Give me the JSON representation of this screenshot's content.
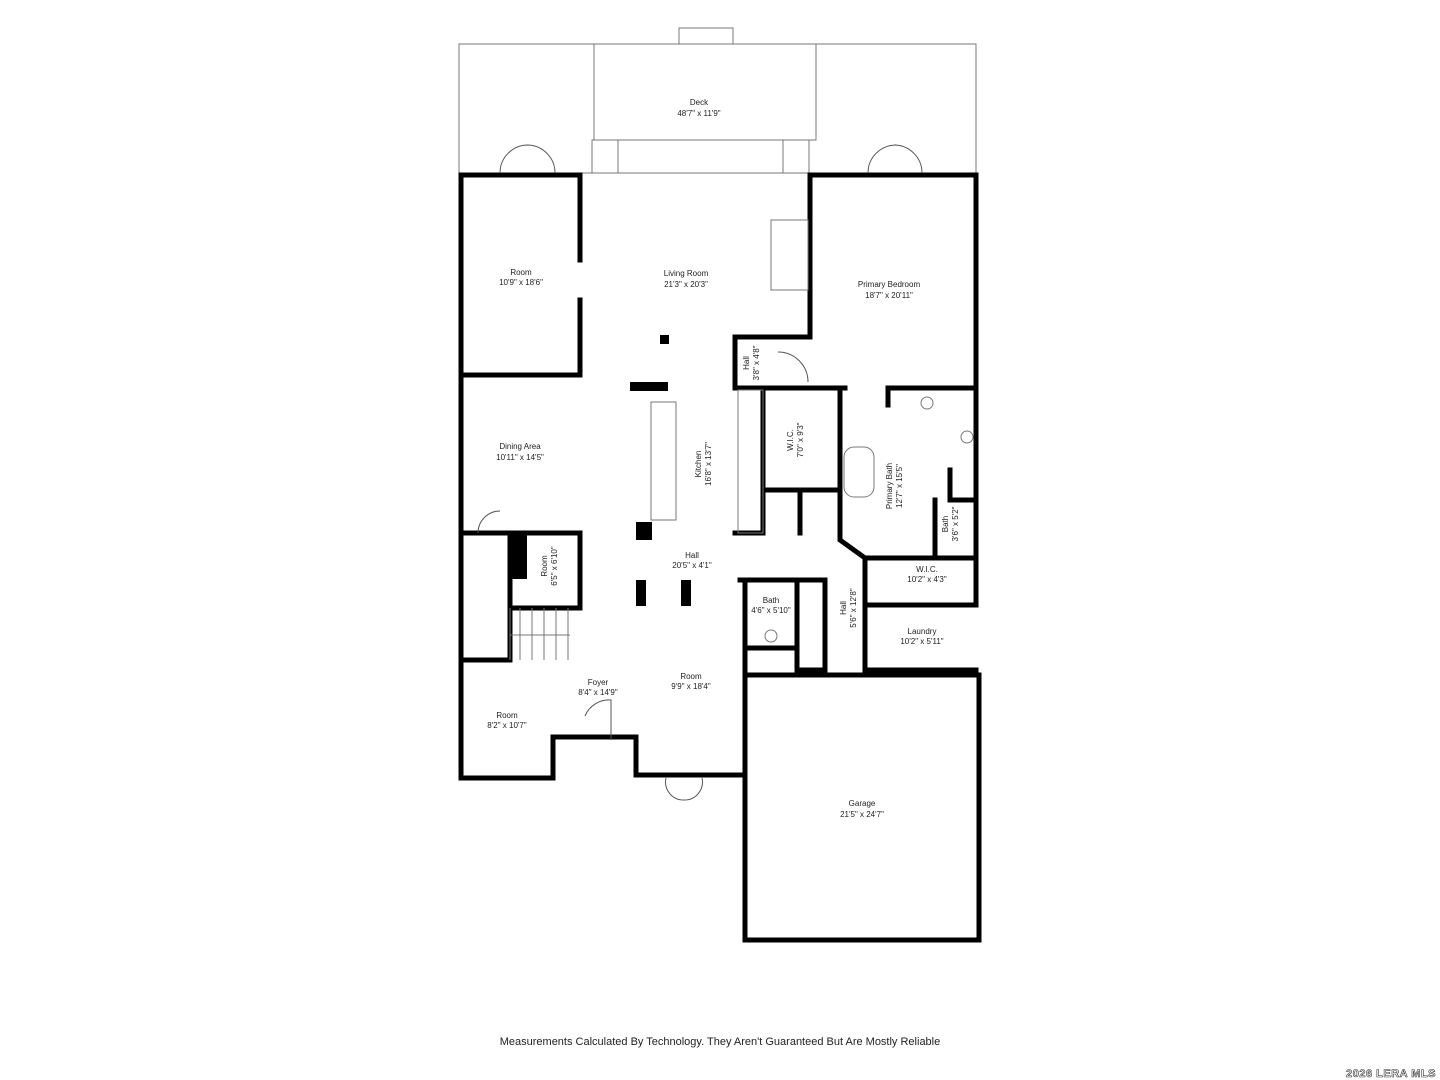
{
  "rooms": [
    {
      "name": "Deck",
      "dims": "48'7\" x 11'9\""
    },
    {
      "name": "Room",
      "dims": "10'9\" x 18'6\""
    },
    {
      "name": "Living Room",
      "dims": "21'3\" x 20'3\""
    },
    {
      "name": "Primary Bedroom",
      "dims": "18'7\" x 20'11\""
    },
    {
      "name": "Hall",
      "dims": "3'8\" x 4'8\""
    },
    {
      "name": "Dining Area",
      "dims": "10'11\" x 14'5\""
    },
    {
      "name": "Kitchen",
      "dims": "16'8\" x 13'7\""
    },
    {
      "name": "W.I.C.",
      "dims": "7'0\" x 9'3\""
    },
    {
      "name": "Primary Bath",
      "dims": "12'7\" x 15'5\""
    },
    {
      "name": "Bath",
      "dims": "3'6\" x 5'2\""
    },
    {
      "name": "Room",
      "dims": "6'5\" x 6'10\""
    },
    {
      "name": "Hall",
      "dims": "20'5\" x 4'1\""
    },
    {
      "name": "W.I.C.",
      "dims": "10'2\" x 4'3\""
    },
    {
      "name": "Bath",
      "dims": "4'6\" x 5'10\""
    },
    {
      "name": "Hall",
      "dims": "5'6\" x 12'8\""
    },
    {
      "name": "Laundry",
      "dims": "10'2\" x 5'11\""
    },
    {
      "name": "Foyer",
      "dims": "8'4\" x 14'9\""
    },
    {
      "name": "Room",
      "dims": "9'9\" x 18'4\""
    },
    {
      "name": "Room",
      "dims": "8'2\" x 10'7\""
    },
    {
      "name": "Garage",
      "dims": "21'5\" x 24'7\""
    }
  ],
  "footer": "Measurements Calculated By Technology. They Aren't Guaranteed But Are Mostly Reliable",
  "copyright": "2026 LERA MLS"
}
